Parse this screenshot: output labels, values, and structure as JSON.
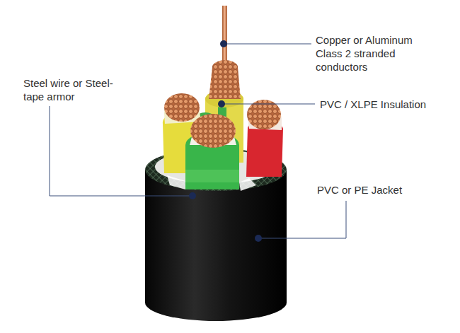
{
  "diagram": {
    "labels": [
      "Copper or Aluminum Class 2 stranded conductors",
      "Steel wire or Steel-tape armor",
      "PVC / XLPE Insulation",
      "PVC or PE Jacket"
    ]
  }
}
